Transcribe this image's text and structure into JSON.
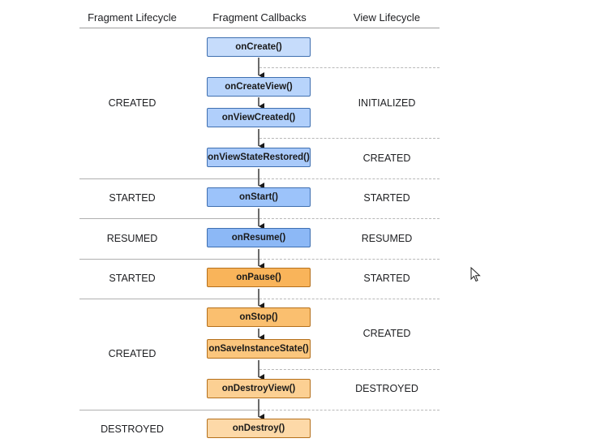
{
  "headers": {
    "fragment_lifecycle": "Fragment Lifecycle",
    "fragment_callbacks": "Fragment Callbacks",
    "view_lifecycle": "View Lifecycle"
  },
  "callbacks": [
    {
      "label": "onCreate()",
      "color": "#c6dcfb"
    },
    {
      "label": "onCreateView()",
      "color": "#b8d4fb"
    },
    {
      "label": "onViewCreated()",
      "color": "#b0cffb"
    },
    {
      "label": "onViewStateRestored()",
      "color": "#a9cafa"
    },
    {
      "label": "onStart()",
      "color": "#9cc3fa"
    },
    {
      "label": "onResume()",
      "color": "#8cb8f6"
    },
    {
      "label": "onPause()",
      "color": "#f9b45a"
    },
    {
      "label": "onStop()",
      "color": "#fabf6f"
    },
    {
      "label": "onSaveInstanceState()",
      "color": "#fbc67d"
    },
    {
      "label": "onDestroyView()",
      "color": "#fcd093"
    },
    {
      "label": "onDestroy()",
      "color": "#fdd9a8"
    }
  ],
  "fragment_states": [
    "CREATED",
    "STARTED",
    "RESUMED",
    "STARTED",
    "CREATED",
    "DESTROYED"
  ],
  "view_states": [
    "INITIALIZED",
    "CREATED",
    "STARTED",
    "RESUMED",
    "STARTED",
    "CREATED",
    "DESTROYED"
  ]
}
